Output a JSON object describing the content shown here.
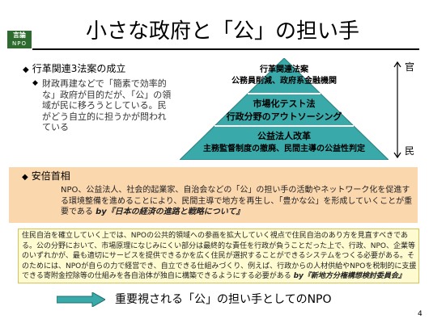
{
  "logo": {
    "line1": "言論",
    "line2": "NPO"
  },
  "slide": {
    "title": "小さな政府と「公」の担い手",
    "page_number": "4"
  },
  "section1": {
    "heading": "行革関連3法案の成立",
    "subtext": "財政再建などで「簡素で効率的な」政府が目的だが、「公」の領域が民に移ろうとしている。民がどう自立的に担うかが問われている"
  },
  "pyramid": {
    "tier1_line1": "行革関連法案",
    "tier1_line2": "公務員削減、政府系金融機関",
    "tier2_line1": "市場化テスト法",
    "tier2_line2": "行政分野のアウトソーシング",
    "tier3_line1": "公益法人改革",
    "tier3_line2": "主務監督制度の撤廃、民間主導の公益性判定",
    "axis_top": "官",
    "axis_bottom": "民",
    "colors": {
      "fill": "#3aa9a9",
      "text": "#000000"
    }
  },
  "section2": {
    "heading": "安倍首相",
    "body": "NPO、公益法人、社会的起業家、自治会などの「公」の担い手の活動やネットワーク化を促進する環境整備を進めることにより、民間主導で地方を再生し、「豊かな公」を形成していくことが重要である",
    "source": "by『日本の経済の進路と戦略について』",
    "color": "#fbd7ae"
  },
  "section3": {
    "body": "住民自治を確立していく上では、NPOの公共的領域への参画を拡大していく視点で住民自治のあり方を見直すべきである。公の分野において、市場原理になじみにくい部分は最終的な責任を行政が負うことだった上で、行政、NPO、企業等のいずれかが、最も適切にサービスを提供できるかを広く住民が選択することができるシステムをつくる必要がある。そのためには、NPOが自らの力で経営でき、自立できる仕組みづくり、例えば、行政からの人材供給やNPOを税制的に支援できる寄附金控除等の仕組みを各自治体が独自に構築できるようにする必要がある",
    "source": "by『新地方分権構想検討委員会』",
    "color": "#fffbd0"
  },
  "footer": {
    "text": "重要視される「公」の担い手としてのNPO"
  }
}
